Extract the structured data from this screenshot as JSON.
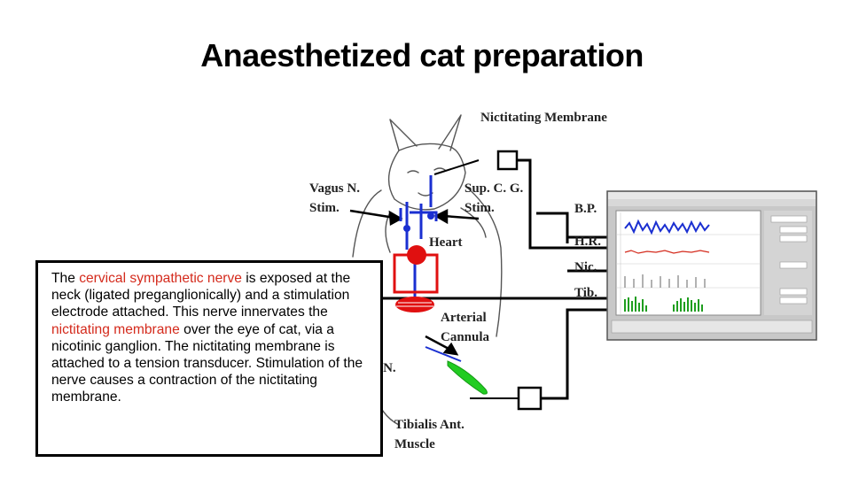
{
  "slide": {
    "title": "Anaesthetized cat preparation"
  },
  "diagram": {
    "labels": {
      "nictitating_membrane": "Nictitating Membrane",
      "vagus_1": "Vagus N.",
      "vagus_2": "Stim.",
      "sup_cg_1": "Sup. C. G.",
      "sup_cg_2": "Stim.",
      "heart": "Heart",
      "arterial": "Arterial",
      "cannula": "Cannula",
      "sciatic_partial": "atic N.",
      "sciatic_partial_2": "n.",
      "tibialis_1": "Tibialis Ant.",
      "tibialis_2": "Muscle",
      "bp": "B.P.",
      "hr": "H.R.",
      "nic": "Nic.",
      "tib": "Tib."
    },
    "colors": {
      "nerve": "#1a2fd1",
      "heart": "#e01010",
      "muscle": "#22cc22",
      "bp_trace": "#1a2fd1",
      "hr_trace": "#d42a1c",
      "tib_trace": "#1e9e1e"
    }
  },
  "callout": {
    "t1": "The ",
    "h1": "cervical sympathetic nerve",
    "t2": " is exposed at the neck (ligated preganglionically) and a stimulation electrode attached. This nerve innervates the ",
    "h2": "nictitating membrane",
    "t3": " over the eye of cat, via a nicotinic ganglion. The nictitating membrane is attached to a tension transducer. Stimulation of the nerve causes a contraction of the nictitating membrane."
  }
}
